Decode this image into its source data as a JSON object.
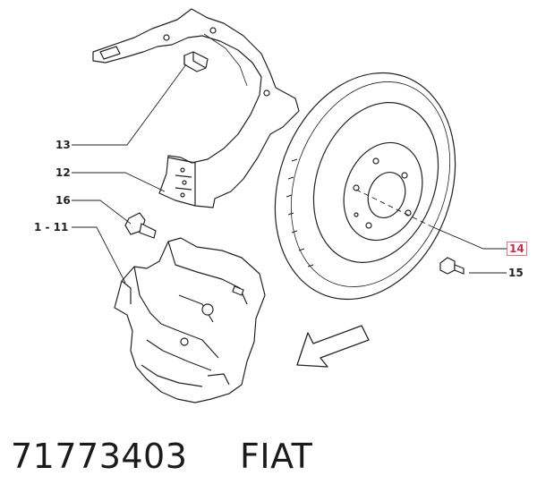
{
  "labels": {
    "l13": "13",
    "l12": "12",
    "l16": "16",
    "l1_11": "1 - 11",
    "l14": "14",
    "l15": "15"
  },
  "caption": {
    "part_number": "71773403",
    "brand": "FIAT"
  },
  "colors": {
    "line": "#222222",
    "highlight_border": "#e0738a",
    "highlight_text": "#c0304e"
  }
}
